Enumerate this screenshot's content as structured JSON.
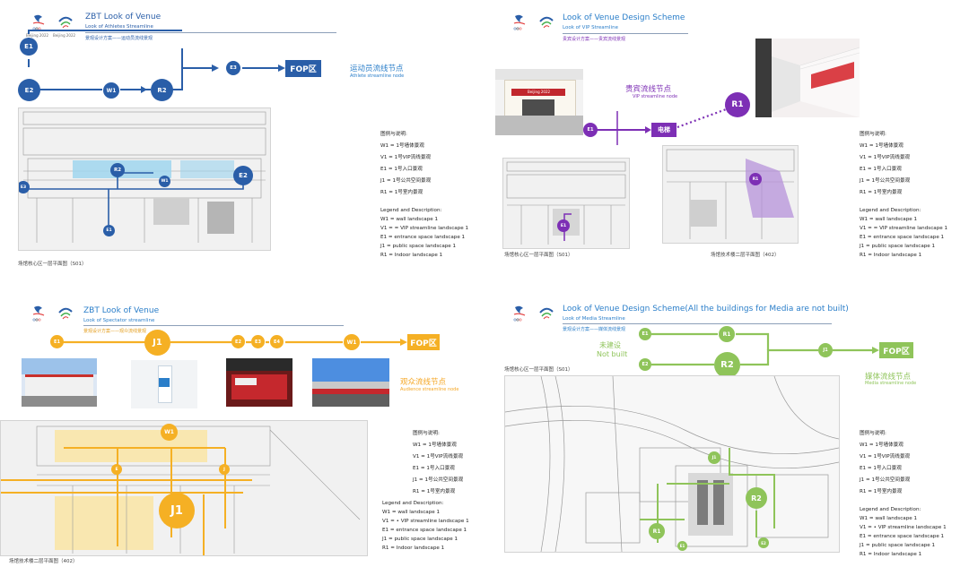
{
  "colors": {
    "athlete": "#2a5ea8",
    "athlete_light": "#8ecbec",
    "vip": "#7d2fb5",
    "spectator": "#f5b024",
    "media": "#8fc45a",
    "text_gray": "#555555"
  },
  "logos": {
    "caption_1": "Beijing 2022",
    "caption_2": "Beijing 2022"
  },
  "panels": {
    "athletes": {
      "title": "ZBT Look of Venue",
      "subtitle_en": "Look of Athletes Streamline",
      "subtitle_cn": "景观设计方案——运动员流线景观",
      "nodes": {
        "e1": "E1",
        "e2": "E2",
        "w1": "W1",
        "r2": "R2",
        "e3": "E3"
      },
      "fop": "FOP区",
      "node_cn": "运动员流线节点",
      "node_en": "Athlete streamline node",
      "plan_caption": "场馆核心区一层平面图（S01）",
      "plan_markers": {
        "r2": "R2",
        "w1": "W1",
        "e2": "E2",
        "e3": "E3",
        "e1": "E1"
      }
    },
    "vip": {
      "title": "Look of Venue Design Scheme",
      "subtitle_en": "Look of VIP Streamline",
      "subtitle_cn": "贵宾设计方案——贵宾流线景观",
      "photo_sign": "Beijing 2022",
      "node_cn": "贵宾流线节点",
      "node_en": "VIP streamline node",
      "nodes": {
        "e1": "E1",
        "r1": "R1"
      },
      "elevator": "电梯",
      "plan_caption_1": "场馆核心区一层平面图（S01）",
      "plan_caption_2": "场馆技术楼二层平面图（402）",
      "plan_markers": {
        "e1": "E1",
        "r1": "R1"
      }
    },
    "spectator": {
      "title": "ZBT Look of Venue",
      "subtitle_en": "Look of Spectator streamline",
      "subtitle_cn": "景观设计方案——观众流线景观",
      "nodes": {
        "e1": "E1",
        "j1": "J1",
        "e2": "E2",
        "e3": "E3",
        "e4": "E4",
        "w1": "W1"
      },
      "fop": "FOP区",
      "node_cn": "观众流线节点",
      "node_en": "Audience streamline node",
      "plan_caption": "场馆技术楼二层平面图（402）",
      "plan_markers": {
        "w1": "W1",
        "j1": "J1",
        "e": "E",
        "j": "J"
      }
    },
    "media": {
      "title": "Look of Venue Design Scheme(All the buildings for Media are not built)",
      "subtitle_en": "Look of Media Streamline",
      "subtitle_cn": "景观设计方案——媒体流线景观",
      "not_built_cn": "未建设",
      "not_built_en": "Not built",
      "nodes": {
        "e1": "E1",
        "e2": "E2",
        "r1": "R1",
        "r2": "R2",
        "j1": "J1"
      },
      "fop": "FOP区",
      "node_cn": "媒体流线节点",
      "node_en": "Media streamline node",
      "plan_caption": "场馆核心区一层平面图（S01）",
      "plan_markers": {
        "j1": "J1",
        "r2": "R2",
        "r1": "R1",
        "e1": "E1",
        "e2": "E2"
      }
    }
  },
  "legend": {
    "heading_cn": "图例与说明:",
    "w1_cn": "W1 = 1号墙体景观",
    "v1_cn": "V1 = 1号VIP流线景观",
    "e1_cn": "E1 = 1号入口景观",
    "j1_cn": "J1 = 1号公共空间景观",
    "r1_cn": "R1 = 1号室内景观",
    "heading_en": "Legend and Description:",
    "w1_en": "W1 = wall landscape 1",
    "v1_en": "V1 = = VIP streamline landscape 1",
    "e1_en": "E1 = entrance space landscape 1",
    "j1_en": "J1 = public space landscape 1",
    "r1_en": "R1 = Indoor landscape 1"
  },
  "legend_alt": {
    "v1_en": "V1 = • VIP streamline landscape 1"
  }
}
